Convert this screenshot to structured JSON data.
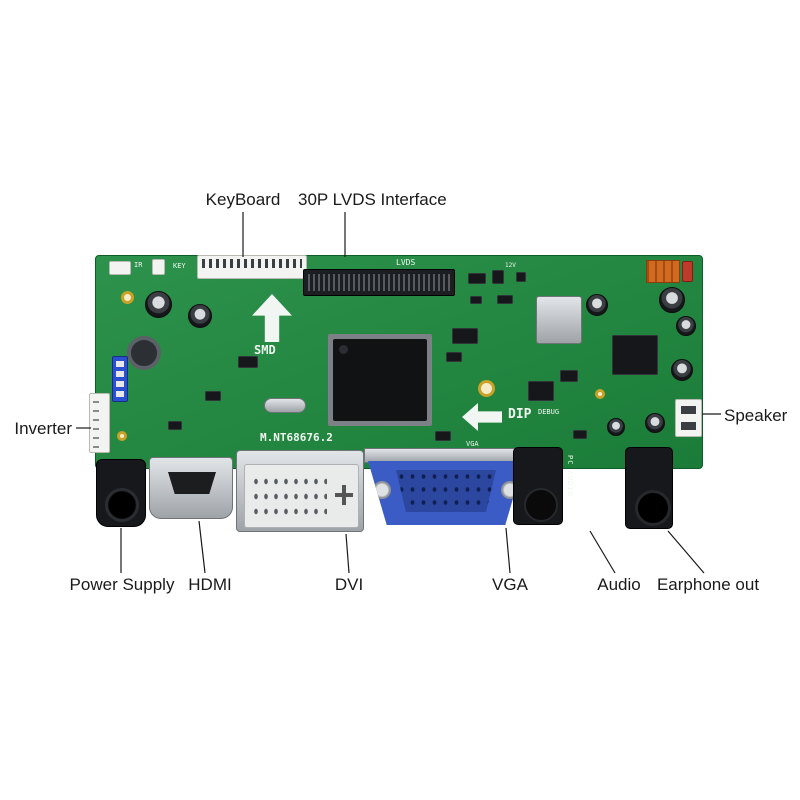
{
  "annotations": {
    "keyboard": "KeyBoard",
    "lvds_interface": "30P LVDS Interface",
    "inverter": "Inverter",
    "speaker": "Speaker",
    "power_supply": "Power Supply",
    "hdmi": "HDMI",
    "dvi": "DVI",
    "vga": "VGA",
    "audio": "Audio",
    "earphone": "Earphone out"
  },
  "silkscreen": {
    "model": "M.NT68676.2",
    "lvds": "LVDS",
    "key": "KEY",
    "ir": "IR",
    "smd": "SMD",
    "dip": "DIP",
    "debug": "DEBUG",
    "twelve_v": "12V",
    "vga": "VGA",
    "pc_audio": "PC AUDIO"
  },
  "colors": {
    "background": "#ffffff",
    "label_text": "#1a1a1a",
    "pcb_green": "#1d8a3e",
    "pcb_edge": "#0e5c27",
    "silver": "#c7cacd",
    "vga_blue": "#3c5cc5",
    "connector_black": "#17181b",
    "silkscreen_white": "#eef6ef"
  }
}
